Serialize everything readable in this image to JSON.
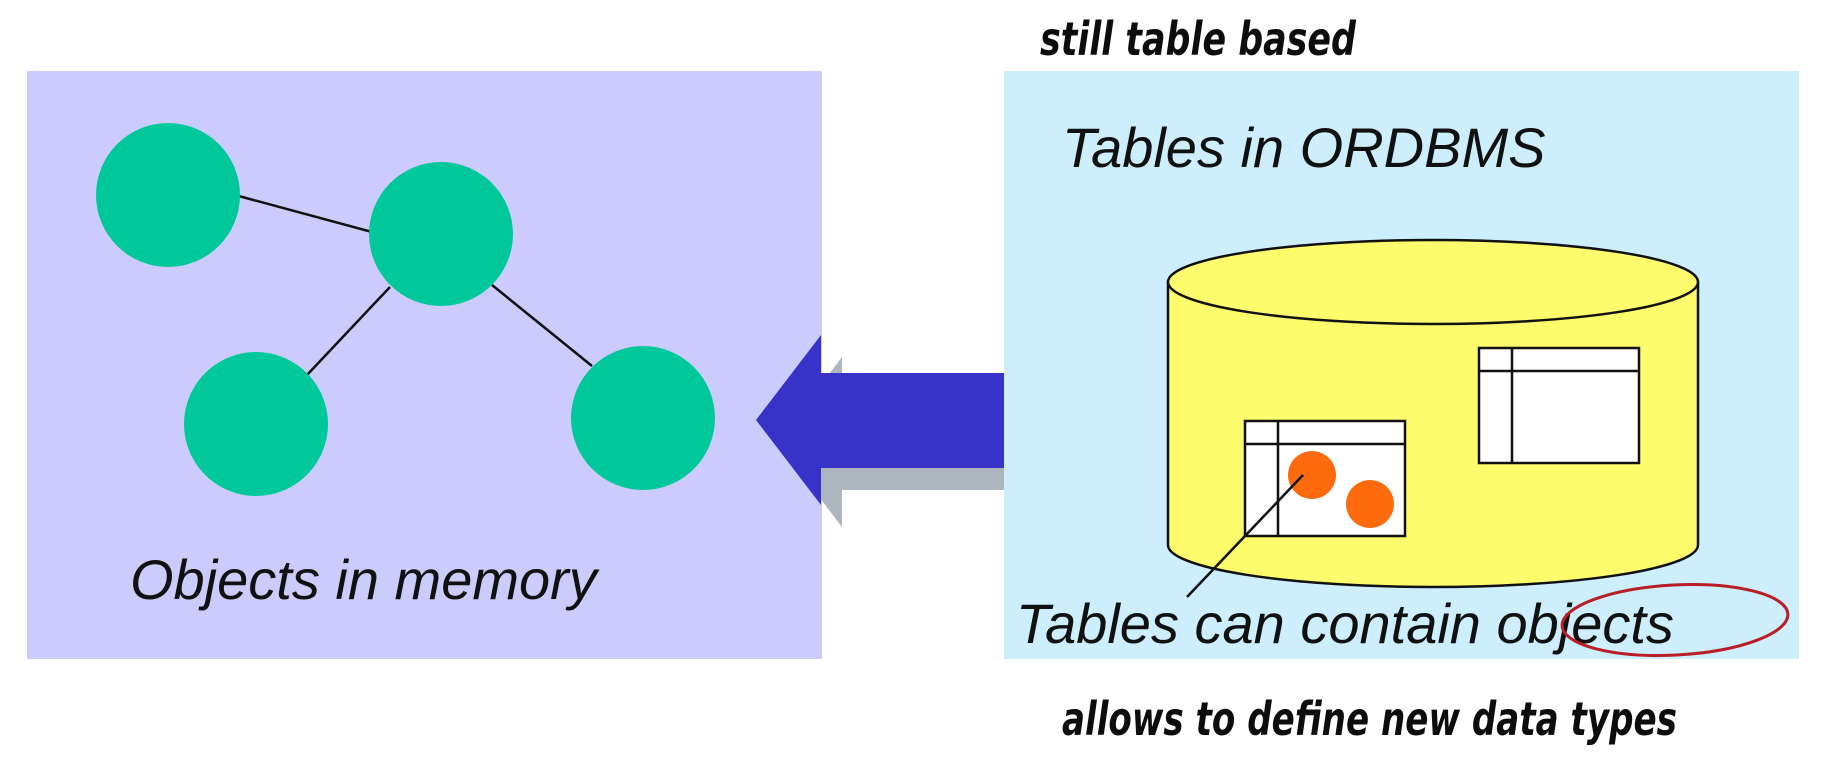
{
  "left_panel": {
    "caption": "Objects in memory",
    "background": "#ccccfc",
    "node_color": "#00c89a"
  },
  "right_panel": {
    "title": "Tables in ORDBMS",
    "caption_prefix": "Tables can contain ",
    "caption_highlight": "objects",
    "background": "#cdeefc",
    "cylinder_color": "#fefc6c",
    "object_color": "#fe6a0e"
  },
  "arrow": {
    "color": "#3733c8",
    "shadow_color": "#adb6be"
  },
  "annotations": {
    "top_note": "still table based",
    "bottom_note": "allows to define new data types",
    "circle_color": "#b81e24"
  }
}
